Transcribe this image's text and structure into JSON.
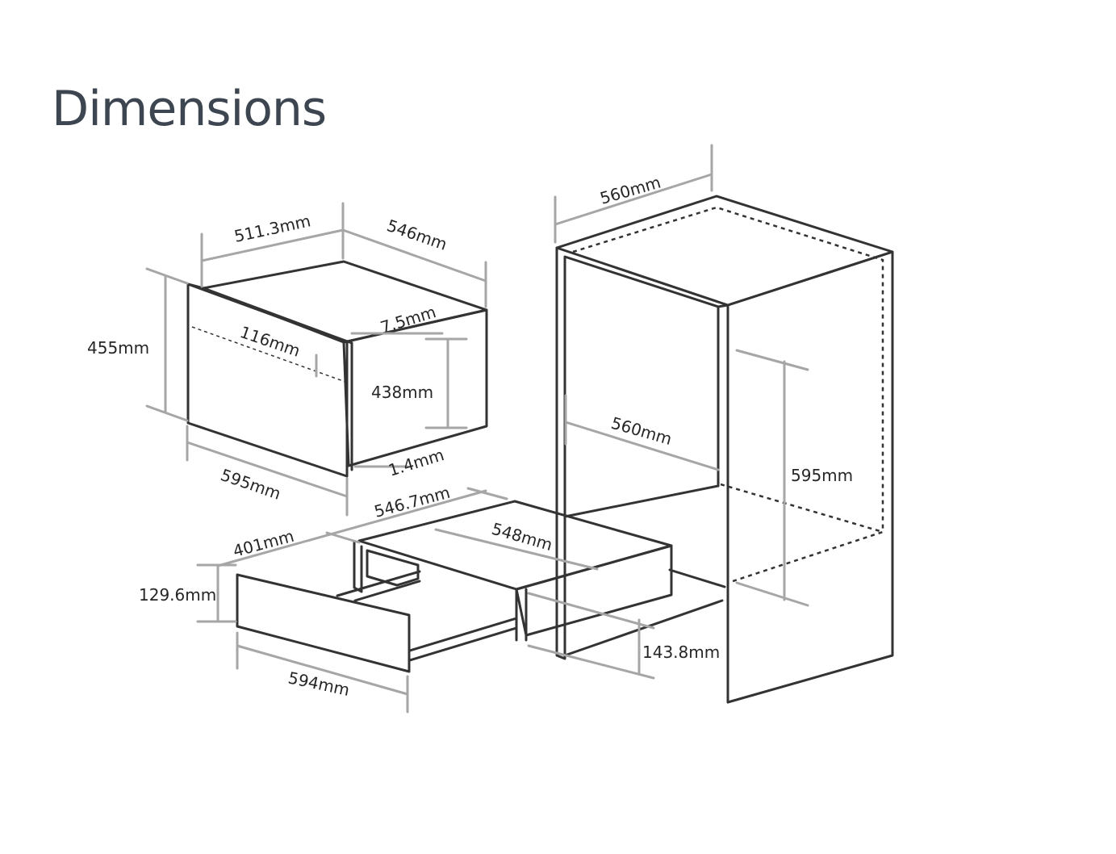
{
  "title": "Dimensions",
  "colors": {
    "title": "#3d4650",
    "outline": "#333333",
    "dimension_line": "#a6a6a6",
    "text": "#262626"
  },
  "labels": {
    "oven_depth_body": "511.3mm",
    "oven_depth_total": "546mm",
    "oven_height": "455mm",
    "oven_fascia_offset": "116mm",
    "oven_door_thickness": "7.5mm",
    "oven_body_height": "438mm",
    "oven_gap_bottom": "1.4mm",
    "oven_width": "595mm",
    "cabinet_depth_top": "560mm",
    "cabinet_depth_inner": "560mm",
    "cabinet_height": "595mm",
    "drawer_extended_depth": "546.7mm",
    "drawer_body_depth": "548mm",
    "drawer_open_length": "401mm",
    "drawer_front_height": "129.6mm",
    "drawer_width": "594mm",
    "drawer_niche_height": "143.8mm"
  }
}
